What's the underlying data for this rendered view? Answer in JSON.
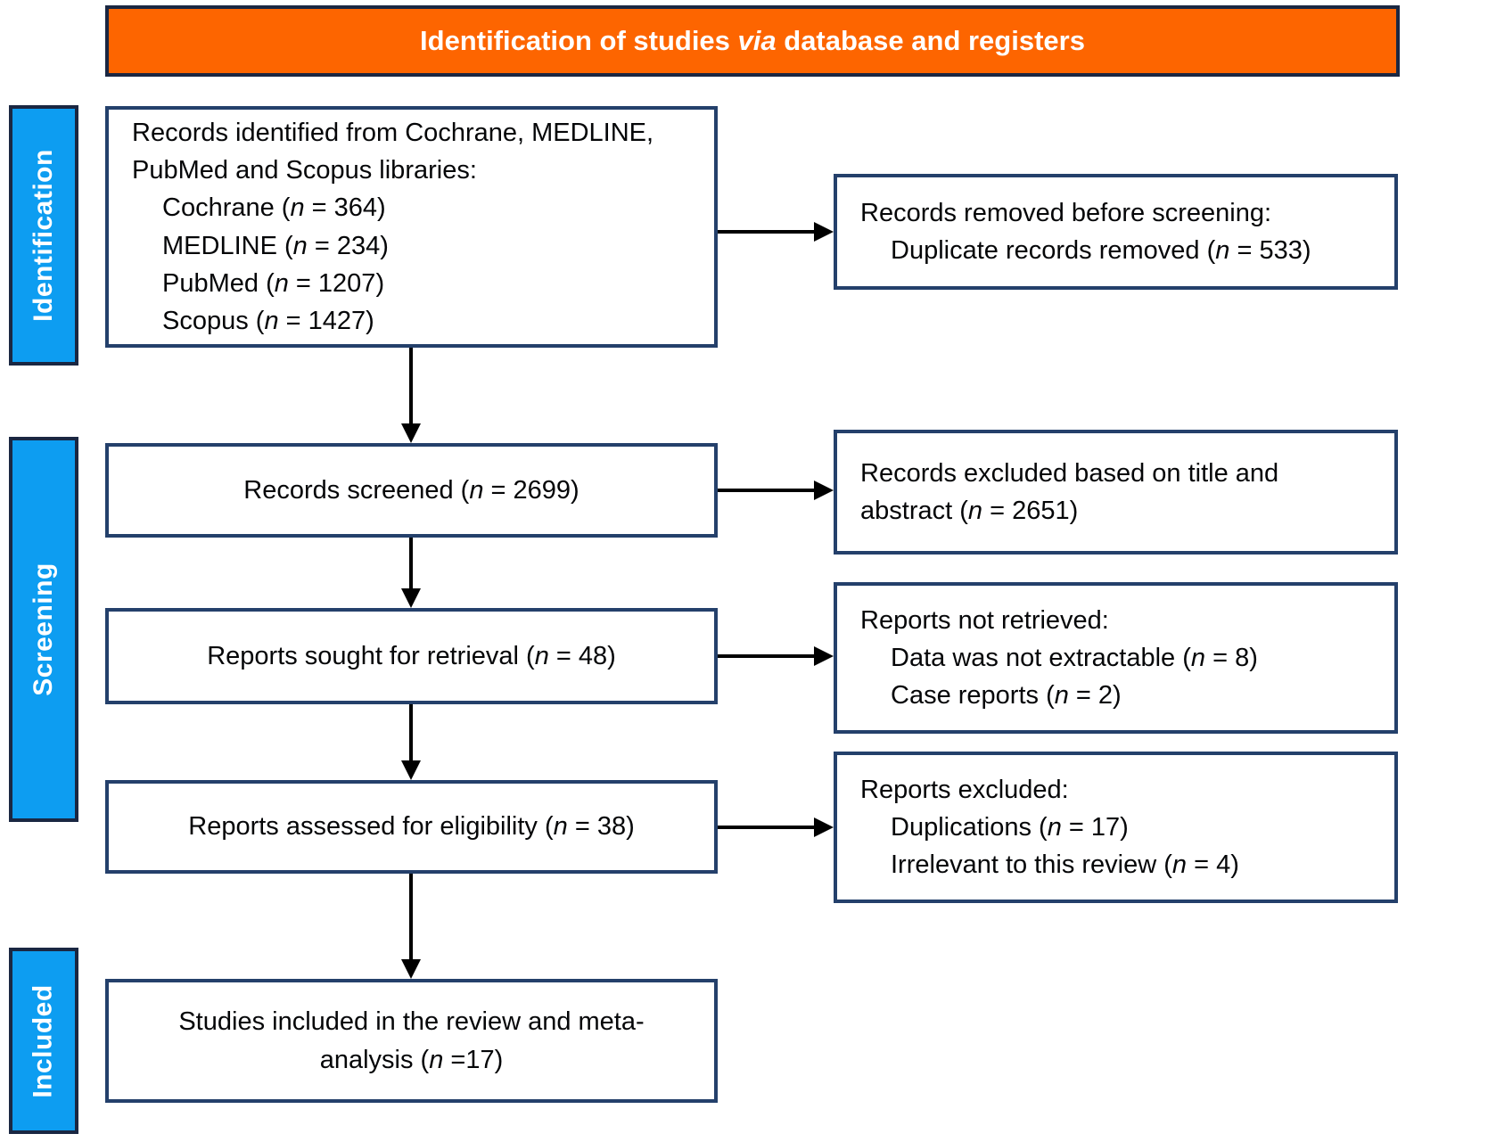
{
  "colors": {
    "banner_orange": "#FD6500",
    "stage_blue": "#0D9DF1",
    "border_navy_dark": "#1A2742",
    "border_navy_box": "#24406B",
    "arrow_black": "#000000"
  },
  "header": {
    "lines": [
      {
        "indent": false,
        "segments": [
          {
            "text": "Identification of studies ",
            "italic": false
          },
          {
            "text": "via",
            "italic": true
          },
          {
            "text": " database and registers",
            "italic": false
          }
        ]
      }
    ]
  },
  "sidebar": {
    "stages": [
      {
        "label": "Identification"
      },
      {
        "label": "Screening"
      },
      {
        "label": "Included"
      }
    ]
  },
  "boxes": {
    "records_identified": {
      "lines": [
        {
          "indent": false,
          "segments": [
            {
              "text": "Records identified from Cochrane, MEDLINE,"
            }
          ]
        },
        {
          "indent": false,
          "segments": [
            {
              "text": "PubMed and Scopus libraries:"
            }
          ]
        },
        {
          "indent": true,
          "segments": [
            {
              "text": "Cochrane ("
            },
            {
              "text": "n",
              "italic": true
            },
            {
              "text": " = 364)"
            }
          ]
        },
        {
          "indent": true,
          "segments": [
            {
              "text": "MEDLINE ("
            },
            {
              "text": "n",
              "italic": true
            },
            {
              "text": " = 234)"
            }
          ]
        },
        {
          "indent": true,
          "segments": [
            {
              "text": "PubMed ("
            },
            {
              "text": "n",
              "italic": true
            },
            {
              "text": " = 1207)"
            }
          ]
        },
        {
          "indent": true,
          "segments": [
            {
              "text": "Scopus ("
            },
            {
              "text": "n",
              "italic": true
            },
            {
              "text": " = 1427)"
            }
          ]
        }
      ]
    },
    "records_removed": {
      "lines": [
        {
          "indent": false,
          "segments": [
            {
              "text": "Records removed before screening:"
            }
          ]
        },
        {
          "indent": true,
          "segments": [
            {
              "text": "Duplicate records removed ("
            },
            {
              "text": "n",
              "italic": true
            },
            {
              "text": " = 533)"
            }
          ]
        }
      ]
    },
    "records_screened": {
      "lines": [
        {
          "indent": false,
          "segments": [
            {
              "text": "Records screened ("
            },
            {
              "text": "n",
              "italic": true
            },
            {
              "text": " = 2699)"
            }
          ]
        }
      ]
    },
    "records_excluded": {
      "lines": [
        {
          "indent": false,
          "segments": [
            {
              "text": "Records excluded based on title and"
            }
          ]
        },
        {
          "indent": false,
          "segments": [
            {
              "text": "abstract ("
            },
            {
              "text": "n",
              "italic": true
            },
            {
              "text": " = 2651)"
            }
          ]
        }
      ]
    },
    "reports_sought": {
      "lines": [
        {
          "indent": false,
          "segments": [
            {
              "text": "Reports sought for retrieval ("
            },
            {
              "text": "n",
              "italic": true
            },
            {
              "text": " = 48)"
            }
          ]
        }
      ]
    },
    "reports_not_retrieved": {
      "lines": [
        {
          "indent": false,
          "segments": [
            {
              "text": "Reports not retrieved:"
            }
          ]
        },
        {
          "indent": true,
          "segments": [
            {
              "text": "Data was not extractable ("
            },
            {
              "text": "n",
              "italic": true
            },
            {
              "text": " = 8)"
            }
          ]
        },
        {
          "indent": true,
          "segments": [
            {
              "text": "Case reports ("
            },
            {
              "text": "n",
              "italic": true
            },
            {
              "text": " = 2)"
            }
          ]
        }
      ]
    },
    "reports_assessed": {
      "lines": [
        {
          "indent": false,
          "segments": [
            {
              "text": "Reports assessed for eligibility ("
            },
            {
              "text": "n",
              "italic": true
            },
            {
              "text": " = 38)"
            }
          ]
        }
      ]
    },
    "reports_excluded": {
      "lines": [
        {
          "indent": false,
          "segments": [
            {
              "text": "Reports excluded:"
            }
          ]
        },
        {
          "indent": true,
          "segments": [
            {
              "text": "Duplications ("
            },
            {
              "text": "n",
              "italic": true
            },
            {
              "text": " = 17)"
            }
          ]
        },
        {
          "indent": true,
          "segments": [
            {
              "text": "Irrelevant to this review ("
            },
            {
              "text": "n",
              "italic": true
            },
            {
              "text": " = 4)"
            }
          ]
        }
      ]
    },
    "studies_included": {
      "lines": [
        {
          "indent": false,
          "segments": [
            {
              "text": "Studies included in the review and meta-"
            }
          ]
        },
        {
          "indent": false,
          "segments": [
            {
              "text": "analysis ("
            },
            {
              "text": "n",
              "italic": true
            },
            {
              "text": " =17)"
            }
          ]
        }
      ]
    }
  }
}
